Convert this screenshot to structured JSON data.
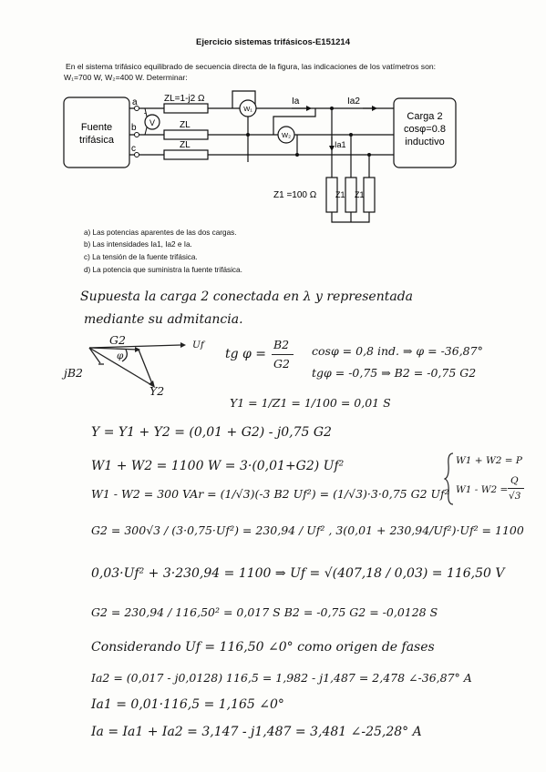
{
  "title": "Ejercicio sistemas trifásicos-E151214",
  "intro": {
    "line1": "En el sistema trifásico equilibrado de secuencia directa de la figura, las indicaciones de los vatímetros son:",
    "line2": "W₁=700 W, W₂=400 W.   Determinar:"
  },
  "circuit": {
    "source": [
      "Fuente",
      "trifásica"
    ],
    "phases": [
      "a",
      "b",
      "c"
    ],
    "voltmeter": "V",
    "zl_top": "ZL=1-j2 Ω",
    "zl_mid": "ZL",
    "zl_bot": "ZL",
    "wattmeter1": "W₁",
    "wattmeter2": "W₂",
    "ia": "Ia",
    "ia2": "Ia2",
    "ia1": "Ia1",
    "load2": [
      "Carga 2",
      "cosφ=0.8",
      "inductivo"
    ],
    "z1_label": "Z1 =100 Ω",
    "z1_a": "Z1",
    "z1_b": "Z1"
  },
  "questions": [
    "a)   Las potencias aparentes de las dos cargas.",
    "b)   Las intensidades Ia1, Ia2 e Ia.",
    "c)   La tensión de la fuente trifásica.",
    "d)   La potencia que suministra la fuente trifásica."
  ],
  "handwritten": {
    "l1": "Supuesta la carga 2 conectada en λ y representada",
    "l2": "mediante su admitancia.",
    "phasor_g2": "G2",
    "phasor_vf": "Uf",
    "phasor_phi": "φ",
    "phasor_jb2": "jB2",
    "phasor_y2": "Y2",
    "tg_lhs": "tg φ =",
    "tg_num": "B2",
    "tg_den": "G2",
    "cos_line": "cosφ = 0,8 ind.  ⇒  φ = -36,87°",
    "tg_line": "tgφ = -0,75  ⇒  B2 = -0,75 G2",
    "y1_line": "Y1 = 1/Z1 = 1/100 = 0,01 S",
    "y_line": "Y = Y1 + Y2 = (0,01 + G2) - j0,75 G2",
    "side1": "W1 + W2 = P",
    "side2_lhs": "W1 - W2 =",
    "side2_num": "Q",
    "side2_den": "√3",
    "w_sum": "W1 + W2 = 1100 W = 3·(0,01+G2) Uf²",
    "w_diff": "W1 - W2 =  300 VAr = (1/√3)(-3 B2 Uf²) = (1/√3)·3·0,75 G2 Uf²",
    "g2_line": "G2 = 300√3 / (3·0,75·Uf²) = 230,94 / Uf² ,   3(0,01 + 230,94/Uf²)·Uf² = 1100",
    "uf_line": "0,03·Uf² + 3·230,94 = 1100  ⇒  Uf = √(407,18 / 0,03) = 116,50 V",
    "g2_val": "G2 = 230,94 / 116,50² = 0,017 S      B2 = -0,75 G2 = -0,0128 S",
    "origin": "Considerando  Uf = 116,50 ∠0°  como origen de fases",
    "ia2_line": "Ia2 = (0,017 - j0,0128) 116,5 = 1,982 - j1,487 = 2,478 ∠-36,87° A",
    "ia1_line": "Ia1 = 0,01·116,5 = 1,165 ∠0°",
    "ia_line": "Ia = Ia1 + Ia2 = 3,147 - j1,487 = 3,481 ∠-25,28° A"
  }
}
